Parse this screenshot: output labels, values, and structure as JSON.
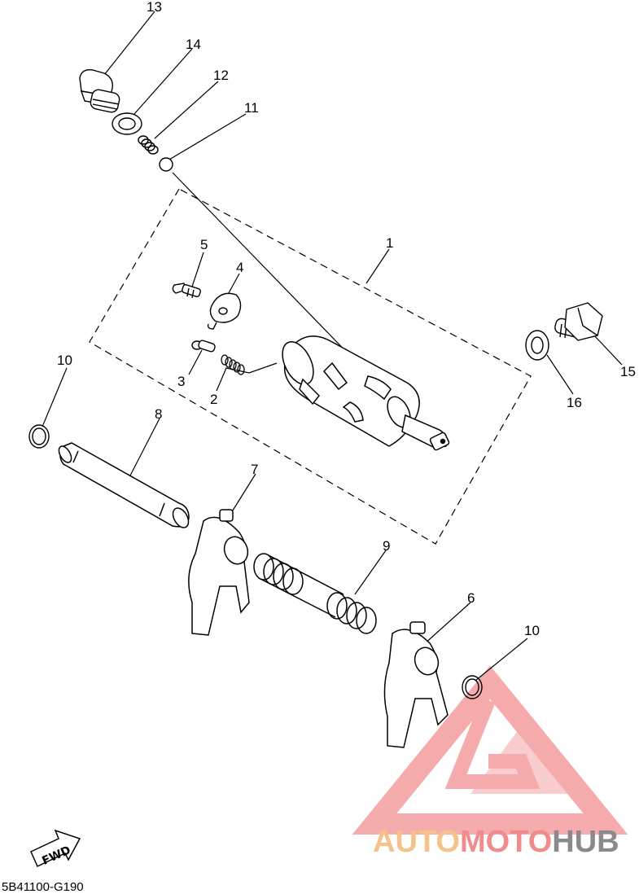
{
  "callouts": {
    "c1": "1",
    "c2": "2",
    "c3": "3",
    "c4": "4",
    "c5": "5",
    "c6": "6",
    "c7": "7",
    "c8": "8",
    "c9": "9",
    "c10a": "10",
    "c10b": "10",
    "c11": "11",
    "c12": "12",
    "c13": "13",
    "c14": "14",
    "c15": "15",
    "c16": "16"
  },
  "diagram_code": "5B41100-G190",
  "fwd_label": "FWD",
  "watermark": {
    "part1": "AUTO",
    "part2": "MOTO",
    "part3": "HUB",
    "colors": {
      "auto": "#f5c28a",
      "moto": "#f08c8c",
      "hub": "#8a8a8a",
      "logo": "#f4a3a3"
    }
  }
}
